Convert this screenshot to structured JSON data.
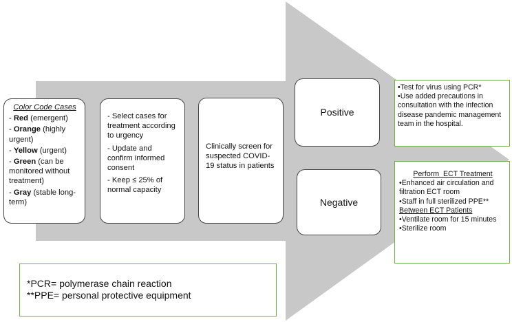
{
  "color_code": {
    "title": "Color Code Cases",
    "items": [
      {
        "color": "Red",
        "desc": "(emergent)"
      },
      {
        "color": "Orange",
        "desc": "(highly urgent)"
      },
      {
        "color": "Yellow",
        "desc": "(urgent)"
      },
      {
        "color": "Green",
        "desc": "(can be monitored without treatment)"
      },
      {
        "color": "Gray",
        "desc": "(stable long-term)"
      }
    ]
  },
  "triage": {
    "items": [
      "- Select cases for treatment according to urgency",
      "- Update and confirm informed consent",
      "- Keep ≤ 25% of normal capacity"
    ]
  },
  "screen": {
    "text": "Clinically screen for suspected COVID-19 status in patients"
  },
  "positive": {
    "label": "Positive",
    "actions": [
      "•Test for virus using PCR*",
      "•Use added precautions in consultation with the infection disease pandemic management team in the hospital."
    ]
  },
  "negative": {
    "label": "Negative",
    "title": "Perform  ECT Treatment",
    "actions": [
      "•Enhanced air circulation and filtration ECT room",
      "•Staff in full sterilized PPE**"
    ],
    "between_title": "Between ECT Patients",
    "between_actions": [
      "•Ventilate room  for 15 minutes",
      "•Sterilize room"
    ]
  },
  "footnotes": [
    "*PCR= polymerase chain reaction",
    "**PPE= personal protective equipment"
  ],
  "colors": {
    "arrow": "#c8c8c8",
    "box_border": "#444444",
    "green_border": "#70ad47"
  }
}
